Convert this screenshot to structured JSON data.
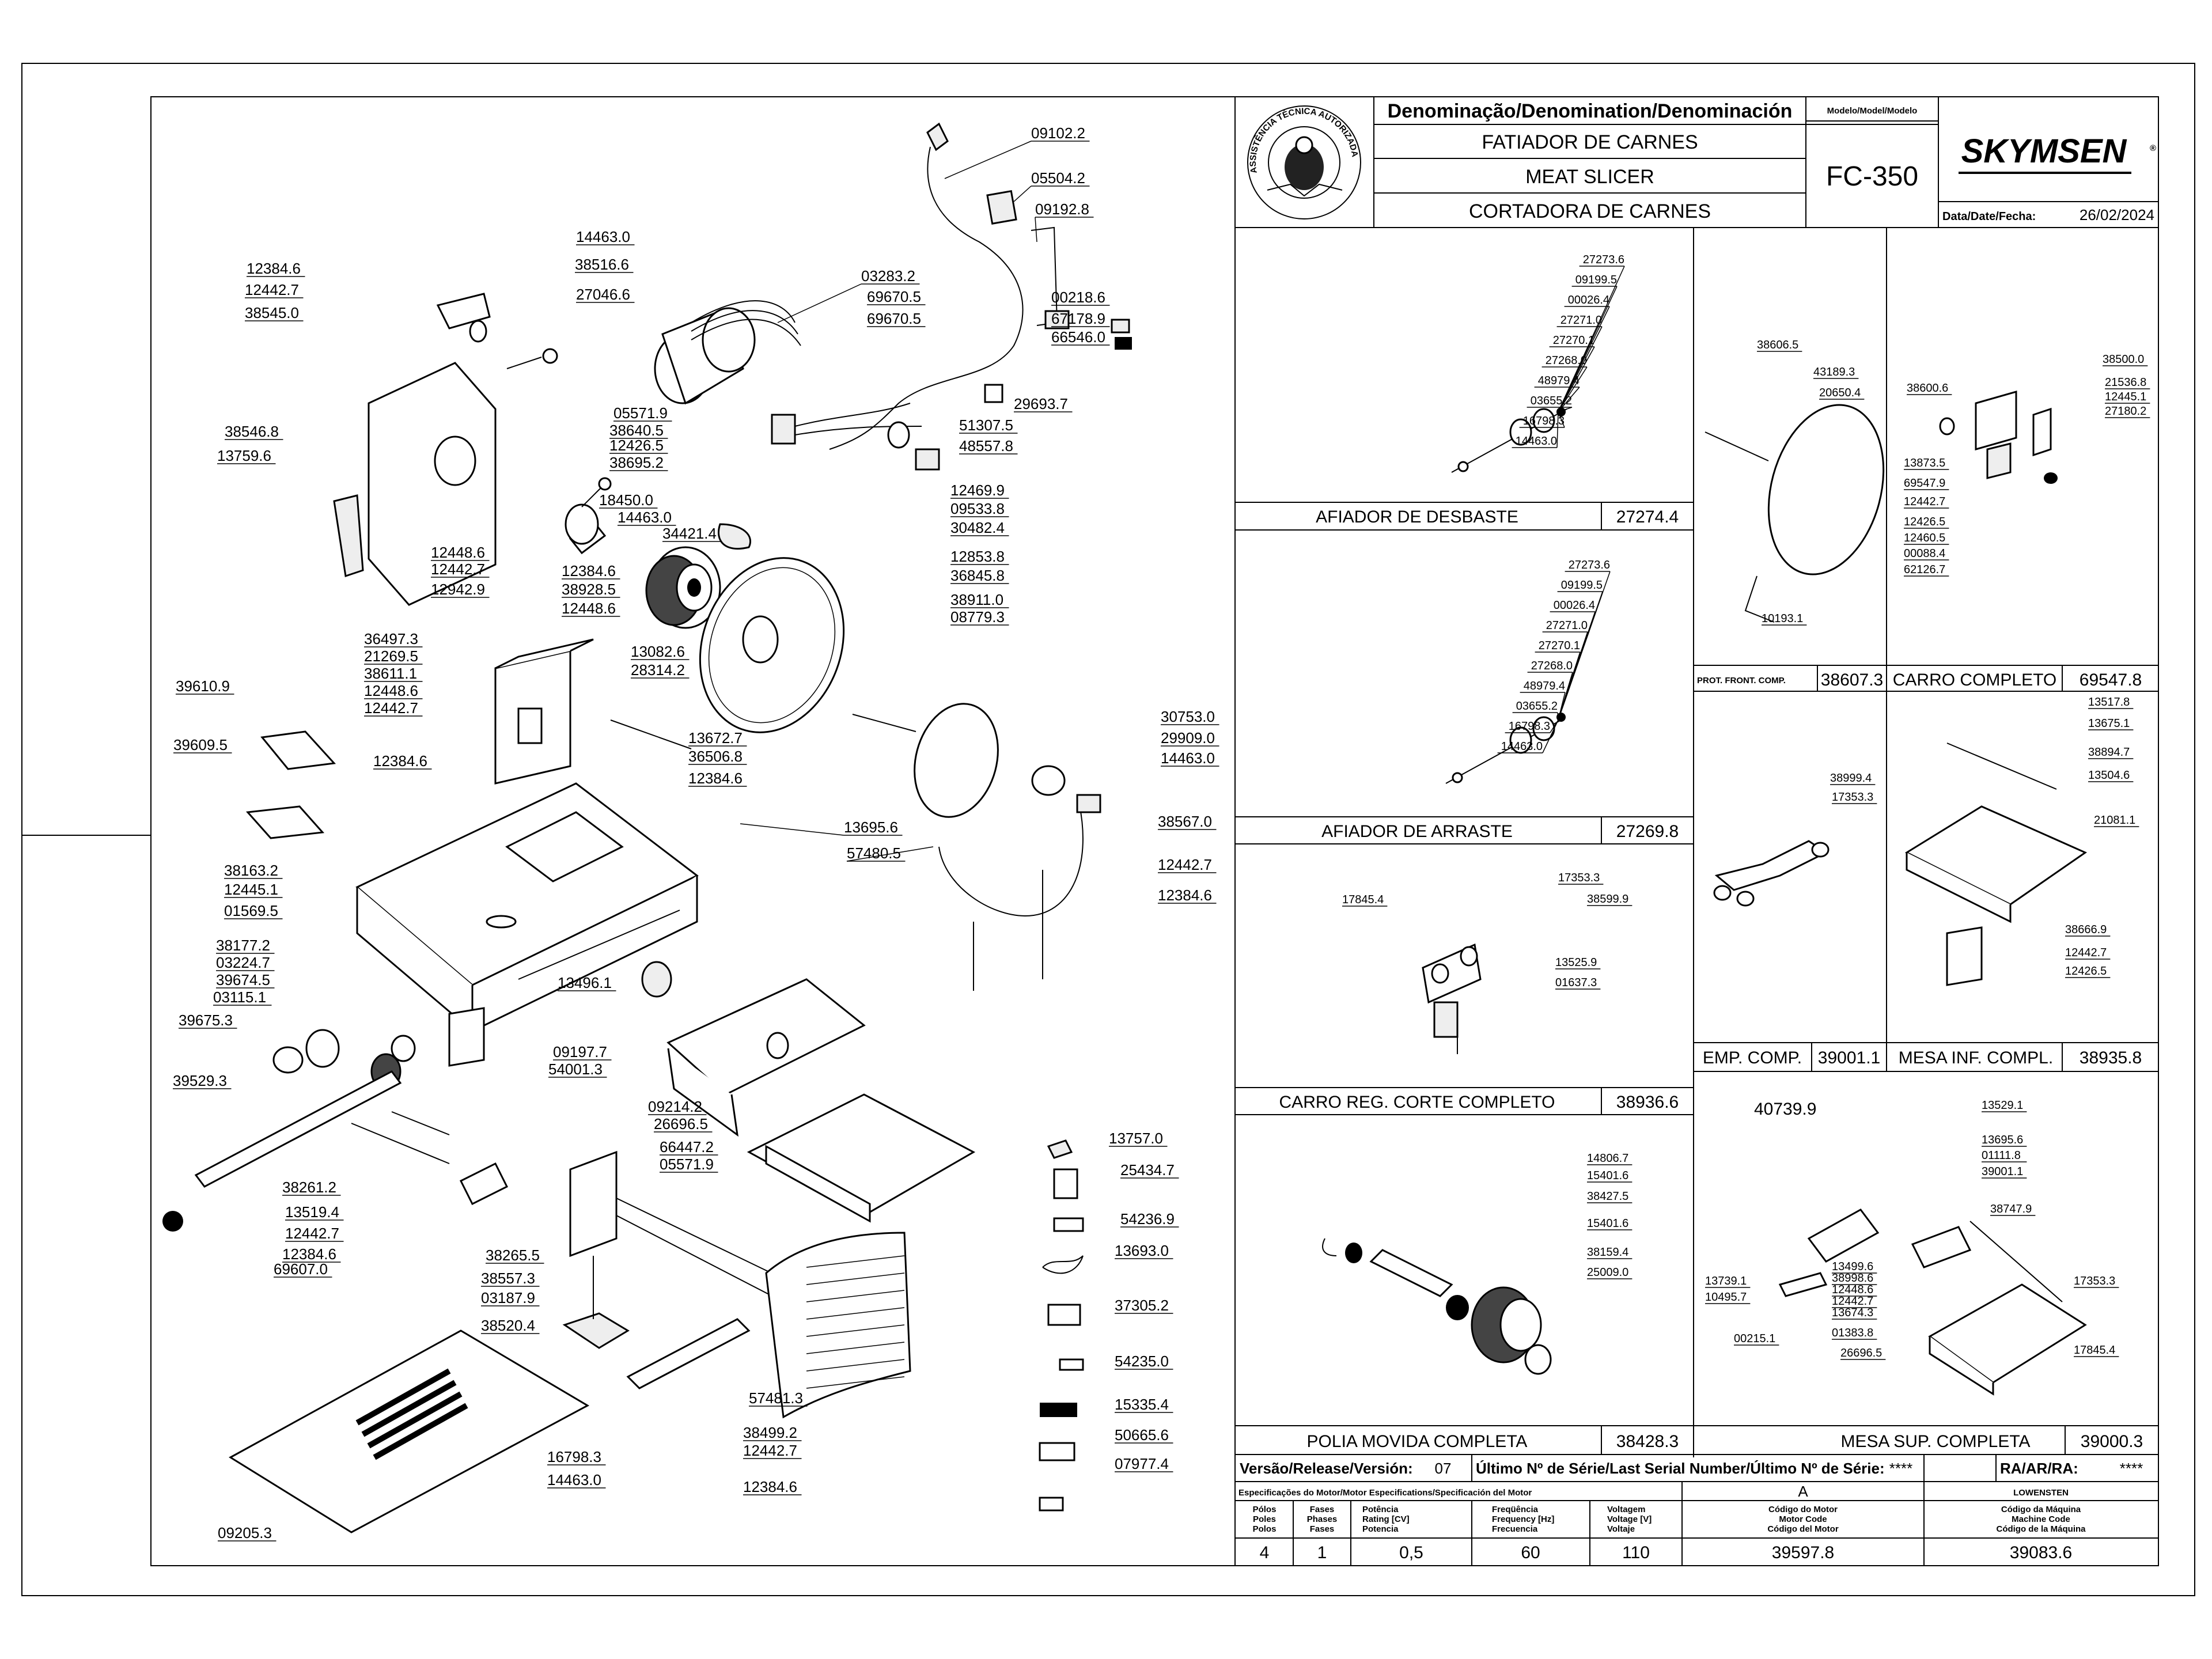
{
  "title_block": {
    "denomination_header": "Denominação/Denomination/Denominación",
    "name_pt": "FATIADOR DE CARNES",
    "name_en": "MEAT SLICER",
    "name_es": "CORTADORA DE CARNES",
    "model_header": "Modelo/Model/Modelo",
    "model": "FC-350",
    "brand": "SKYMSEN",
    "date_label": "Data/Date/Fecha:",
    "date": "26/02/2024",
    "seal_text": "ASSISTÊNCIA TÉCNICA AUTORIZADA"
  },
  "main_labels": [
    "09102.2",
    "05504.2",
    "09192.8",
    "14463.0",
    "38516.6",
    "12384.6",
    "12442.7",
    "38545.0",
    "27046.6",
    "03283.2",
    "69670.5",
    "69670.5",
    "00218.6",
    "67178.9",
    "66546.0",
    "29693.7",
    "05571.9",
    "38640.5",
    "12426.5",
    "38695.2",
    "51307.5",
    "48557.8",
    "38546.8",
    "13759.6",
    "18450.0",
    "14463.0",
    "34421.4",
    "12469.9",
    "09533.8",
    "30482.4",
    "12448.6",
    "12442.7",
    "12384.6",
    "12853.8",
    "36845.8",
    "12942.9",
    "38928.5",
    "12448.6",
    "38911.0",
    "08779.3",
    "36497.3",
    "21269.5",
    "13082.6",
    "28314.2",
    "38611.1",
    "12448.6",
    "12442.7",
    "39610.9",
    "12384.6",
    "13672.7",
    "36506.8",
    "39609.5",
    "12384.6",
    "30753.0",
    "29909.0",
    "14463.0",
    "38567.0",
    "13695.6",
    "57480.5",
    "38163.2",
    "12445.1",
    "01569.5",
    "12442.7",
    "12384.6",
    "38177.2",
    "03224.7",
    "39674.5",
    "03115.1",
    "39675.3",
    "13496.1",
    "09197.7",
    "54001.3",
    "39529.3",
    "09214.2",
    "26696.5",
    "66447.2",
    "05571.9",
    "38261.2",
    "13519.4",
    "12442.7",
    "12384.6",
    "69607.0",
    "38265.5",
    "38557.3",
    "03187.9",
    "38520.4",
    "57481.3",
    "38499.2",
    "12442.7",
    "12384.6",
    "16798.3",
    "14463.0",
    "09205.3",
    "13757.0",
    "25434.7",
    "54236.9",
    "13693.0",
    "37305.2",
    "54235.0",
    "15335.4",
    "50665.6",
    "07977.4"
  ],
  "subassemblies": {
    "afiador_desbaste": {
      "caption": "AFIADOR DE DESBASTE",
      "code": "27274.4",
      "labels": [
        "27273.6",
        "09199.5",
        "00026.4",
        "27271.0",
        "27270.1",
        "27268.0",
        "48979.4",
        "03655.2",
        "16798.3",
        "14463.0"
      ]
    },
    "afiador_arraste": {
      "caption": "AFIADOR DE ARRASTE",
      "code": "27269.8",
      "labels": [
        "27273.6",
        "09199.5",
        "00026.4",
        "27271.0",
        "27270.1",
        "27268.0",
        "48979.4",
        "03655.2",
        "16798.3",
        "14463.0"
      ]
    },
    "carro_reg_corte": {
      "caption": "CARRO REG. CORTE COMPLETO",
      "code": "38936.6",
      "labels": [
        "17353.3",
        "17845.4",
        "38599.9",
        "13525.9",
        "01637.3"
      ]
    },
    "polia_movida": {
      "caption": "POLIA MOVIDA COMPLETA",
      "code": "38428.3",
      "labels": [
        "14806.7",
        "15401.6",
        "38427.5",
        "15401.6",
        "38159.4",
        "25009.0"
      ]
    },
    "prot_front": {
      "caption": "PROT. FRONT. COMP.",
      "code": "38607.3",
      "labels": [
        "38606.5",
        "43189.3",
        "20650.4",
        "10193.1"
      ]
    },
    "carro_completo": {
      "caption": "CARRO COMPLETO",
      "code": "69547.8",
      "labels": [
        "38500.0",
        "38600.6",
        "21536.8",
        "12445.1",
        "27180.2",
        "13873.5",
        "69547.9",
        "12442.7",
        "12426.5",
        "12460.5",
        "00088.4",
        "62126.7"
      ]
    },
    "emp_comp": {
      "caption": "EMP. COMP.",
      "code": "39001.1",
      "labels": [
        "38999.4",
        "17353.3"
      ]
    },
    "mesa_inf": {
      "caption": "MESA INF. COMPL.",
      "code": "38935.8",
      "labels": [
        "13517.8",
        "13675.1",
        "38894.7",
        "13504.6",
        "21081.1",
        "38666.9",
        "12442.7",
        "12426.5"
      ]
    },
    "mesa_sup": {
      "caption": "MESA SUP. COMPLETA",
      "code": "39000.3",
      "main_label": "40739.9",
      "labels": [
        "13529.1",
        "13695.6",
        "01111.8",
        "39001.1",
        "38747.9",
        "13739.1",
        "10495.7",
        "00215.1",
        "13499.6",
        "38998.6",
        "12448.6",
        "12442.7",
        "13674.3",
        "01383.8",
        "26696.5",
        "17353.3",
        "17845.4"
      ]
    }
  },
  "footer": {
    "release_label": "Versão/Release/Versión:",
    "release": "07",
    "serial_label": "Último Nº de Série/Last Serial Number/Último Nº de Série:",
    "serial": "****",
    "ra_label": "RA/AR/RA:",
    "ra": "****",
    "motor_spec_label": "Especificações do Motor/Motor Especifications/Specificación del Motor",
    "motor_variant": "A",
    "motor_maker": "LOWENSTEN",
    "col_headers": [
      [
        "Pólos",
        "Poles",
        "Polos"
      ],
      [
        "Fases",
        "Phases",
        "Fases"
      ],
      [
        "Potência",
        "Rating [CV]",
        "Potencia"
      ],
      [
        "Freqüência",
        "Frequency [Hz]",
        "Frecuencia"
      ],
      [
        "Voltagem",
        "Voltage [V]",
        "Voltaje"
      ],
      [
        "Código do Motor",
        "Motor Code",
        "Código del Motor"
      ],
      [
        "Código da Máquina",
        "Machine Code",
        "Código de la Máquina"
      ]
    ],
    "values": [
      "4",
      "1",
      "0,5",
      "60",
      "110",
      "39597.8",
      "39083.6"
    ]
  }
}
